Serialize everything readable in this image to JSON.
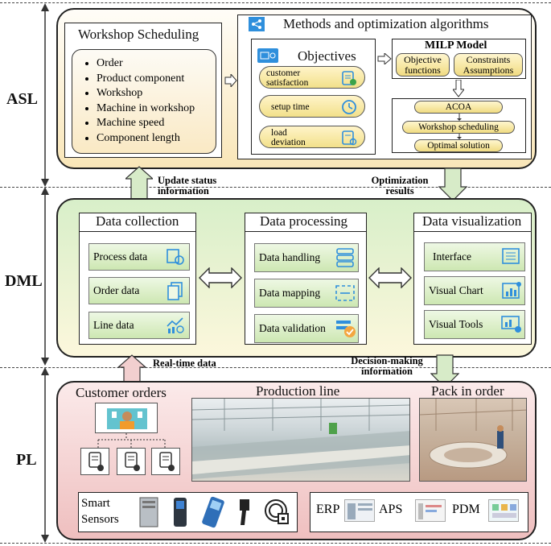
{
  "layers": {
    "asl": "ASL",
    "dml": "DML",
    "pl": "PL"
  },
  "workshop": {
    "title": "Workshop Scheduling",
    "items": [
      "Order",
      "Product component",
      "Workshop",
      "Machine in workshop",
      "Machine speed",
      "Component length"
    ]
  },
  "methods": {
    "title": "Methods and optimization algorithms",
    "objectives_title": "Objectives",
    "objectives": [
      "customer satisfaction",
      "setup time",
      "load deviation"
    ],
    "milp_title": "MILP Model",
    "objective_functions": "Objective functions",
    "constraints": "Constraints Assumptions",
    "acoa": "ACOA",
    "workshop_scheduling": "Workshop scheduling",
    "optimal_solution": "Optimal solution"
  },
  "arrows": {
    "update_status": "Update status information",
    "optimization_results": "Optimization results",
    "realtime": "Real-time data",
    "decision": "Decision-making information"
  },
  "data_collection": {
    "title": "Data collection",
    "items": [
      "Process data",
      "Order data",
      "Line data"
    ]
  },
  "data_processing": {
    "title": "Data processing",
    "items": [
      "Data handling",
      "Data mapping",
      "Data validation"
    ]
  },
  "data_visualization": {
    "title": "Data visualization",
    "items": [
      "Interface",
      "Visual Chart",
      "Visual Tools"
    ]
  },
  "pl": {
    "customer_orders": "Customer orders",
    "production_line": "Production line",
    "pack_in_order": "Pack in order",
    "smart_sensors": "Smart Sensors",
    "erp": "ERP",
    "aps": "APS",
    "pdm": "PDM"
  },
  "colors": {
    "asl_panel": "#fbeec9",
    "dml_panel": "#e6f3dc",
    "pl_panel": "#f2cfcf",
    "arrow_fill": "#d7ebc8",
    "icon_blue": "#2f8fdc"
  }
}
